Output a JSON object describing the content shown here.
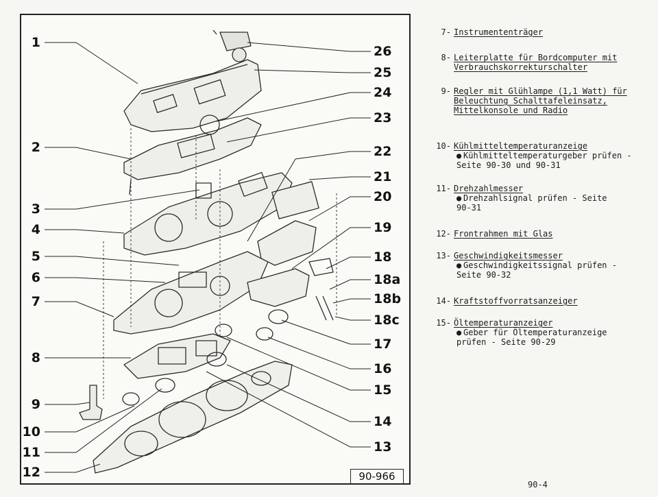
{
  "figure": {
    "code": "90-966",
    "callouts_left": [
      "1",
      "2",
      "3",
      "4",
      "5",
      "6",
      "7",
      "8",
      "9",
      "10",
      "11",
      "12"
    ],
    "callouts_right": [
      "26",
      "25",
      "24",
      "23",
      "22",
      "21",
      "20",
      "19",
      "18",
      "18a",
      "18b",
      "18c",
      "17",
      "16",
      "15",
      "14",
      "13"
    ]
  },
  "legend": [
    {
      "num": "7-",
      "title": "Instrumententräger",
      "notes": []
    },
    {
      "num": "8-",
      "title": "Leiterplatte für Bordcomputer mit\nVerbrauchskorrekturschalter",
      "notes": []
    },
    {
      "num": "9-",
      "title": "Regler mit Glühlampe (1,1 Watt) für\nBeleuchtung Schalttafeleinsatz,\nMittelkonsole und Radio",
      "notes": []
    },
    {
      "num": "10-",
      "title": "Kühlmitteltemperaturanzeige",
      "notes": [
        "Kühlmitteltemperaturgeber prüfen -\nSeite 90-30 und 90-31"
      ]
    },
    {
      "num": "11-",
      "title": "Drehzahlmesser",
      "notes": [
        "Drehzahlsignal prüfen - Seite\n90-31"
      ]
    },
    {
      "num": "12-",
      "title": "Frontrahmen mit Glas",
      "notes": []
    },
    {
      "num": "13-",
      "title": "Geschwindigkeitsmesser",
      "notes": [
        "Geschwindigkeitssignal prüfen -\nSeite 90-32"
      ]
    },
    {
      "num": "14-",
      "title": "Kraftstoffvorratsanzeiger",
      "notes": []
    },
    {
      "num": "15-",
      "title": "Öltemperaturanzeiger",
      "notes": [
        "Geber für Öltemperaturanzeige\nprüfen - Seite 90-29"
      ]
    }
  ],
  "page_number": "90-4",
  "bullet_icon": "bullet-dot-icon",
  "colors": {
    "ink": "#1a1a1a",
    "paper": "#f6f6f2"
  }
}
